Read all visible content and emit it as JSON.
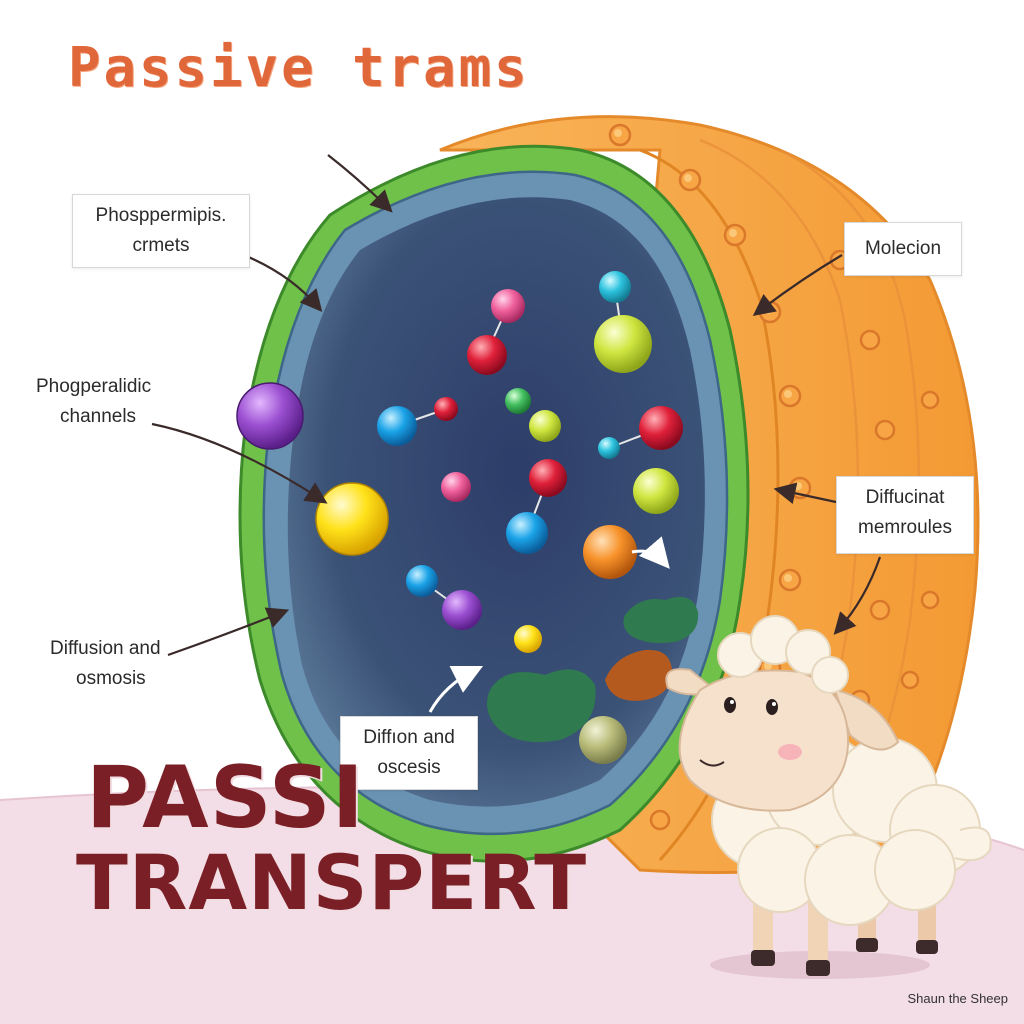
{
  "diagram": {
    "title": "Passive trams",
    "big_title_line1": "PASSI",
    "big_title_line2": "TRANSPERT",
    "caption": "Shaun the Sheep",
    "labels": {
      "phospholipids": {
        "line1": "Phosppermipis.",
        "line2": "crmets"
      },
      "channels": {
        "line1": "Phogperalidic",
        "line2": "channels"
      },
      "diffusion_osmosis": {
        "line1": "Diffusion and",
        "line2": "osmosis"
      },
      "molecion": {
        "line1": "Molecion"
      },
      "diffucinat": {
        "line1": "Diffucinat",
        "line2": "memroules"
      },
      "difflon": {
        "line1": "Diffıon and",
        "line2": "oscesis"
      }
    }
  },
  "colors": {
    "title": "#e0673a",
    "big_title": "#7b1f27",
    "cytoplasm": "#3b5277",
    "membrane_green": "#6fc14a",
    "membrane_blue": "#6a92b2",
    "wall_orange": "#f6a443",
    "ground": "#f3dde6"
  }
}
